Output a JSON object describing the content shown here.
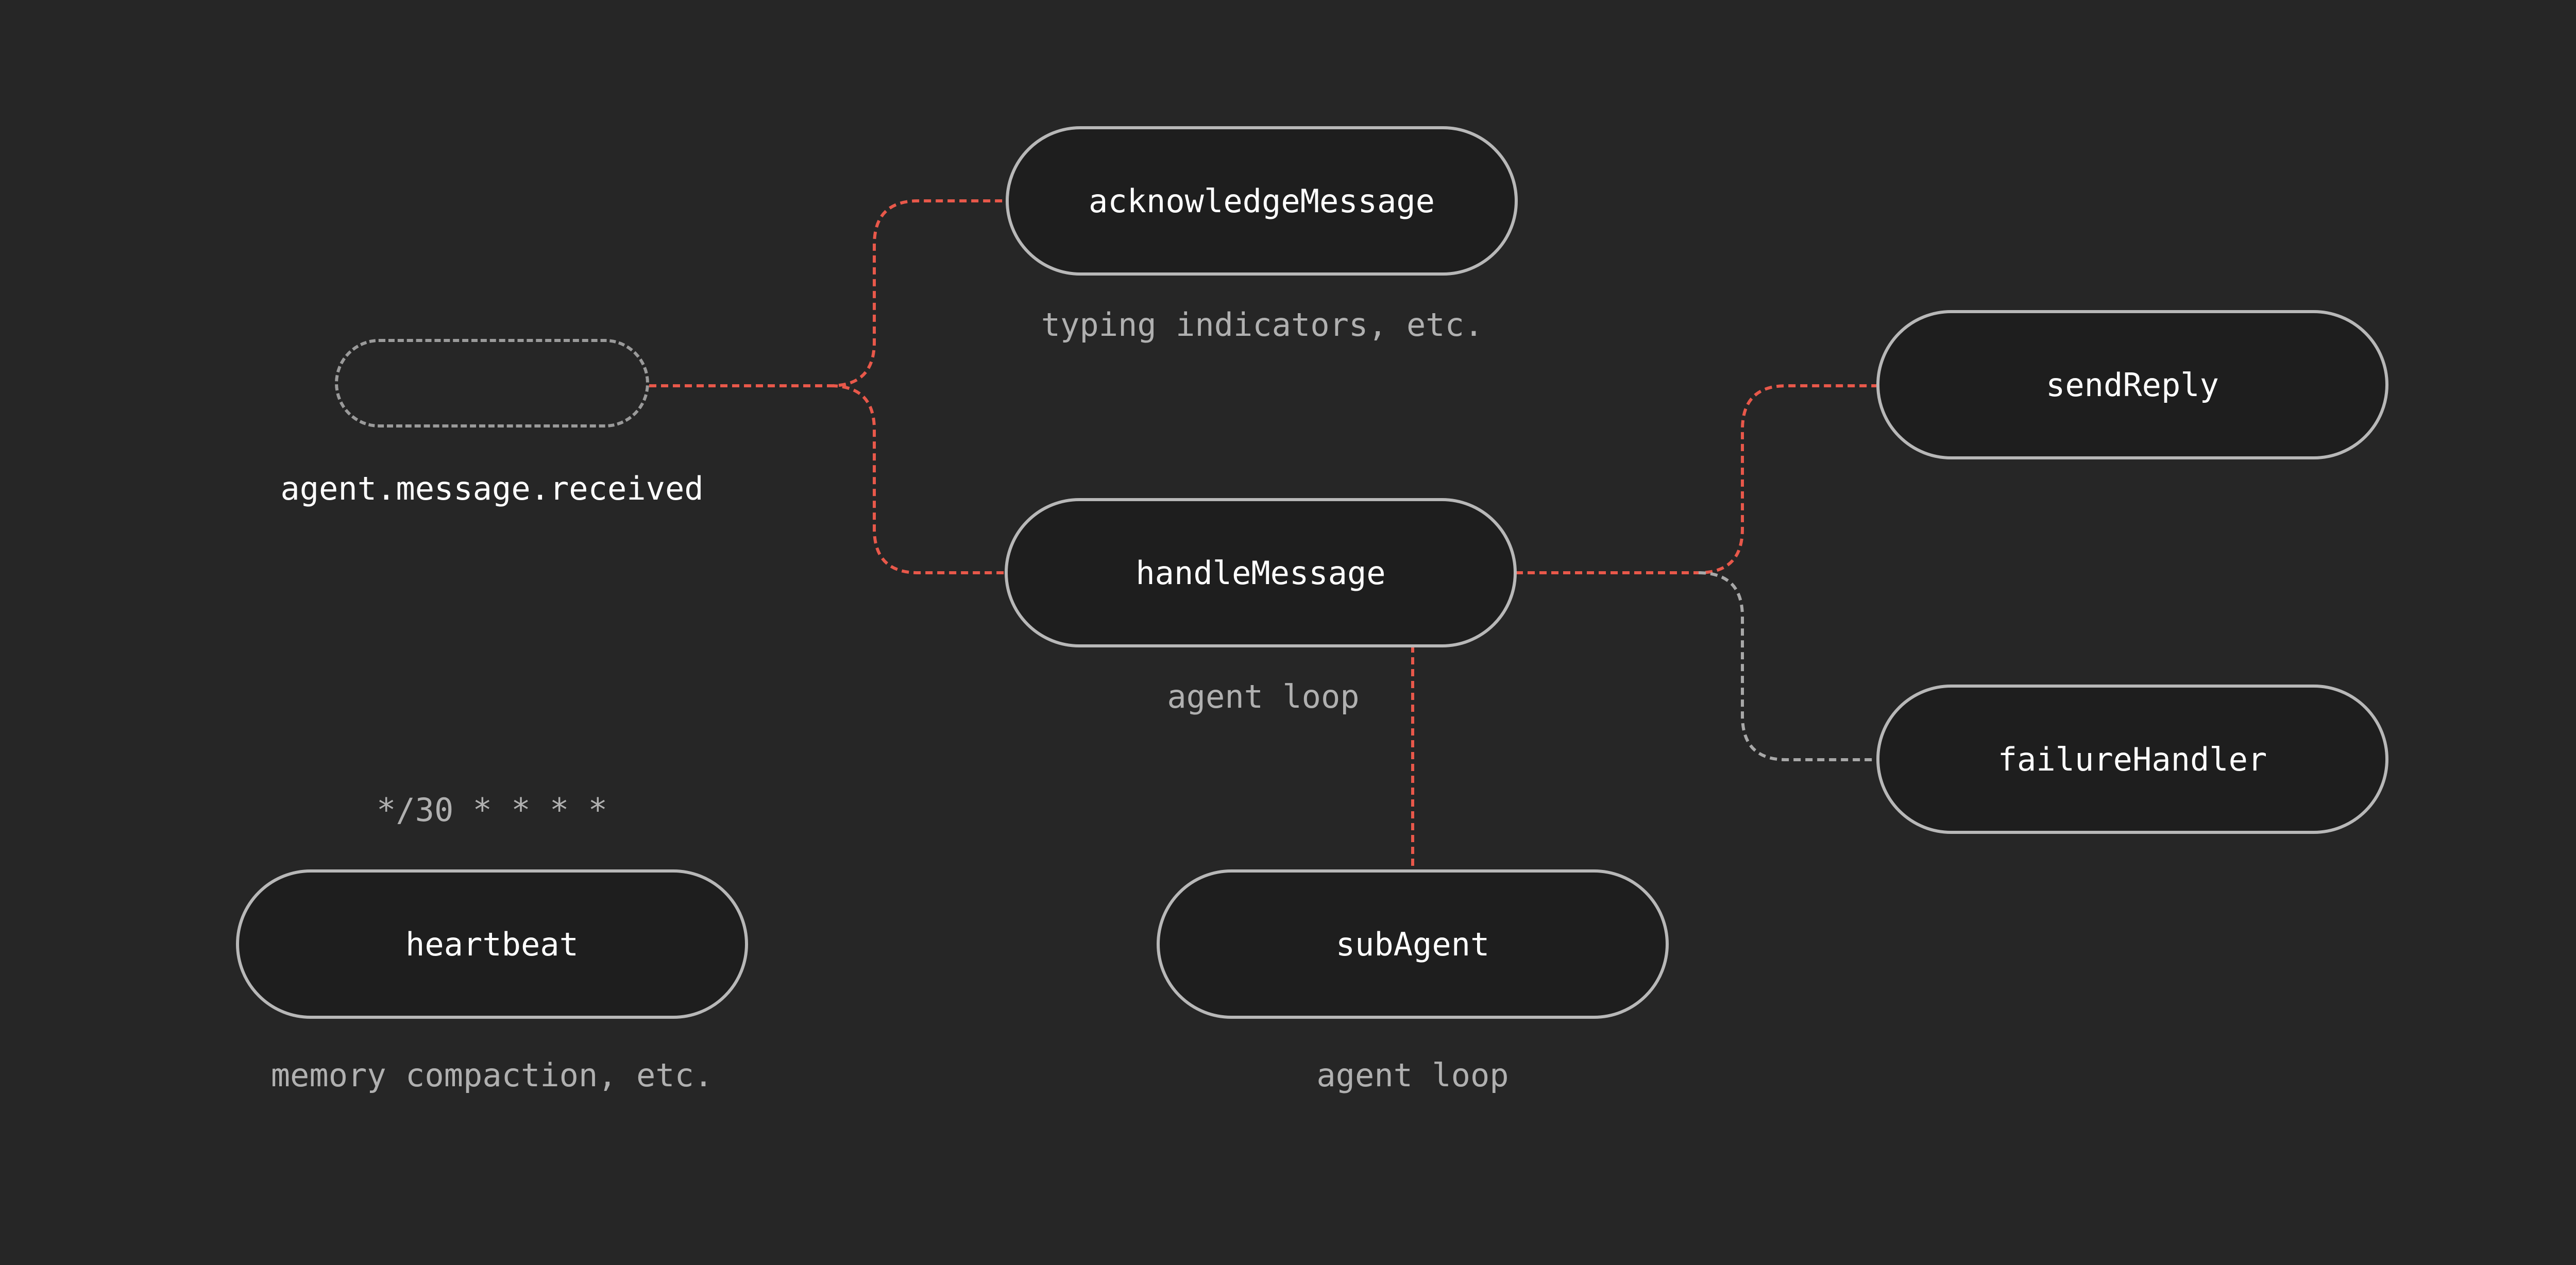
{
  "colors": {
    "background": "#262626",
    "node_fill": "#1e1e1e",
    "node_border": "#b8b8b8",
    "active_edge": "#e8584a",
    "inactive_edge": "#a8a8a8",
    "text_primary": "#ffffff",
    "text_muted": "#b0b0b0"
  },
  "trigger": {
    "label": "agent.message.received"
  },
  "nodes": {
    "acknowledge_message": {
      "label": "acknowledgeMessage",
      "caption": "typing indicators, etc."
    },
    "handle_message": {
      "label": "handleMessage",
      "caption": "agent loop"
    },
    "send_reply": {
      "label": "sendReply"
    },
    "failure_handler": {
      "label": "failureHandler"
    },
    "sub_agent": {
      "label": "subAgent",
      "caption": "agent loop"
    },
    "heartbeat": {
      "label": "heartbeat",
      "caption": "memory compaction, etc.",
      "schedule": "*/30 * * * *"
    }
  },
  "edges": [
    {
      "from": "trigger",
      "to": "acknowledge_message",
      "style": "active"
    },
    {
      "from": "trigger",
      "to": "handle_message",
      "style": "active"
    },
    {
      "from": "handle_message",
      "to": "send_reply",
      "style": "active"
    },
    {
      "from": "handle_message",
      "to": "failure_handler",
      "style": "inactive"
    },
    {
      "from": "handle_message",
      "to": "sub_agent",
      "style": "active"
    }
  ]
}
